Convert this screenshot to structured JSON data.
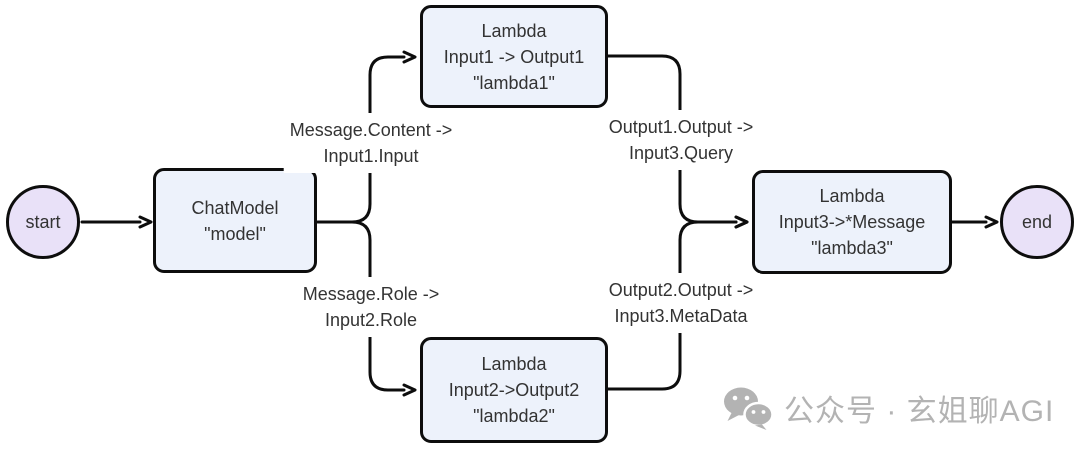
{
  "diagram": {
    "type": "flowchart",
    "direction": "left-to-right",
    "nodes": {
      "start": {
        "label": "start",
        "shape": "circle",
        "fill": "#e9e1f8"
      },
      "chatmodel": {
        "lines": [
          "ChatModel",
          "\"model\""
        ],
        "shape": "rounded-box",
        "fill": "#edf2fb"
      },
      "lambda1": {
        "lines": [
          "Lambda",
          "Input1 -> Output1",
          "\"lambda1\""
        ],
        "shape": "rounded-box",
        "fill": "#edf2fb"
      },
      "lambda2": {
        "lines": [
          "Lambda",
          "Input2->Output2",
          "\"lambda2\""
        ],
        "shape": "rounded-box",
        "fill": "#edf2fb"
      },
      "lambda3": {
        "lines": [
          "Lambda",
          "Input3->*Message",
          "\"lambda3\""
        ],
        "shape": "rounded-box",
        "fill": "#edf2fb"
      },
      "end": {
        "label": "end",
        "shape": "circle",
        "fill": "#e9e1f8"
      }
    },
    "edge_labels": {
      "model_to_lambda1": [
        "Message.Content ->",
        "Input1.Input"
      ],
      "model_to_lambda2": [
        "Message.Role ->",
        "Input2.Role"
      ],
      "lambda1_to_lambda3": [
        "Output1.Output ->",
        "Input3.Query"
      ],
      "lambda2_to_lambda3": [
        "Output2.Output ->",
        "Input3.MetaData"
      ]
    },
    "colors": {
      "box_fill": "#edf2fb",
      "terminal_fill": "#e9e1f8",
      "stroke": "#0d0d0d",
      "text": "#333333"
    }
  },
  "watermark": {
    "icon": "wechat-icon",
    "text": "公众号 · 玄姐聊AGI",
    "color": "#b3b3b3"
  }
}
